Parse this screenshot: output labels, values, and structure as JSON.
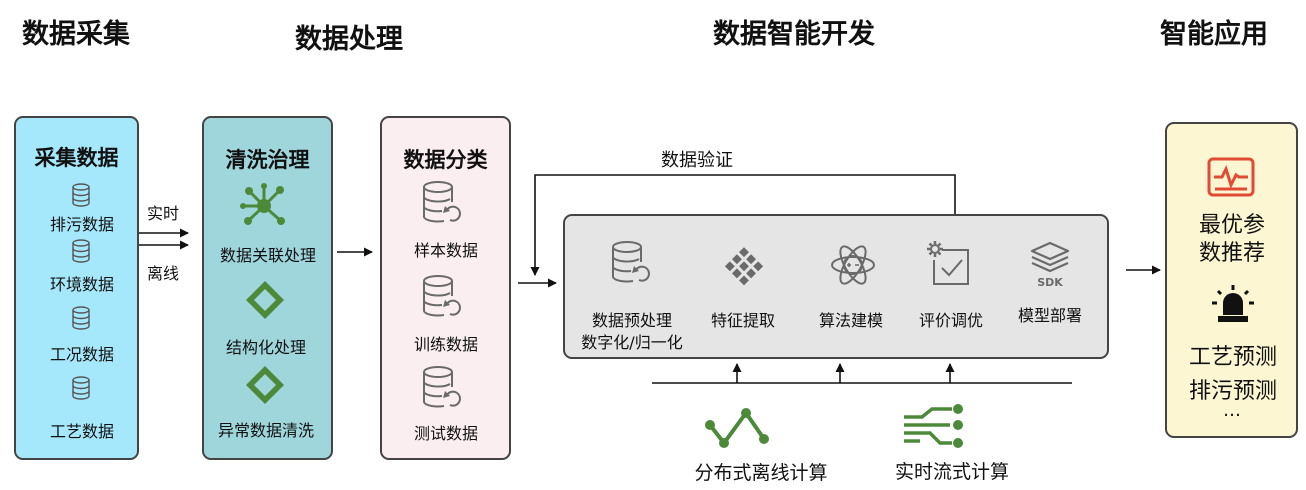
{
  "headings": {
    "collection": "数据采集",
    "processing": "数据处理",
    "development": "数据智能开发",
    "application": "智能应用"
  },
  "collect": {
    "title": "采集数据",
    "items": [
      "排污数据",
      "环境数据",
      "工况数据",
      "工艺数据"
    ]
  },
  "flow_labels": {
    "realtime": "实时",
    "offline": "离线"
  },
  "clean": {
    "title": "清洗治理",
    "items": [
      "数据关联处理",
      "结构化处理",
      "异常数据清洗"
    ]
  },
  "classify": {
    "title": "数据分类",
    "items": [
      "样本数据",
      "训练数据",
      "测试数据"
    ]
  },
  "validation_label": "数据验证",
  "pipeline": {
    "stages": [
      {
        "line1": "数据预处理",
        "line2": "数字化/归一化",
        "icon": "database-refresh-icon"
      },
      {
        "line1": "特征提取",
        "line2": "",
        "icon": "grid-diamond-icon"
      },
      {
        "line1": "算法建模",
        "line2": "",
        "icon": "atom-icon"
      },
      {
        "line1": "评价调优",
        "line2": "",
        "icon": "gear-check-icon"
      },
      {
        "line1": "模型部署",
        "line2": "",
        "icon": "sdk-layers-icon"
      }
    ],
    "sdk_text": "SDK"
  },
  "compute": {
    "offline": "分布式离线计算",
    "stream": "实时流式计算"
  },
  "app": {
    "item1_line1": "最优参",
    "item1_line2": "数推荐",
    "item2": "工艺预测",
    "item3": "排污预测",
    "ellipsis": "…"
  },
  "colors": {
    "collect_bg": "#a6e8fb",
    "clean_bg": "#9fd6dc",
    "classify_bg": "#fbeef0",
    "pipeline_bg": "#e5e5e5",
    "app_bg": "#fcf6d2",
    "green": "#4c8a3a",
    "red": "#e24b33",
    "gray_icon": "#6a6a6a"
  }
}
